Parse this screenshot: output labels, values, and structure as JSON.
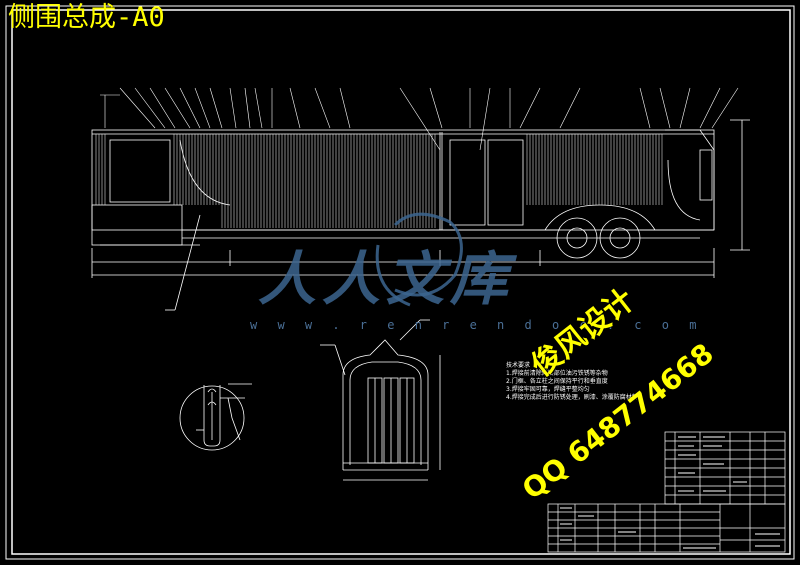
{
  "drawing": {
    "title": "侧围总成-A0",
    "watermark_site": "w w w . r e n r e n d o c . c o m",
    "watermark_brand": "人人文库",
    "stamp_line1": "俊风设计",
    "stamp_line2": "QQ 648774668"
  },
  "tech_notes": {
    "heading": "技术要求",
    "lines": [
      "1.焊接前清除焊接部位油污铁锈等杂物",
      "2.门框、各立柱之间保持平行和垂直度",
      "3.焊接牢固可靠，焊缝平整均匀",
      "4.焊接完成后进行防锈处理，刷漆、涂覆防腐材料"
    ]
  },
  "colors": {
    "background": "#000000",
    "line": "#ffffff",
    "title": "#ffff00",
    "watermark": "#3c6690"
  }
}
